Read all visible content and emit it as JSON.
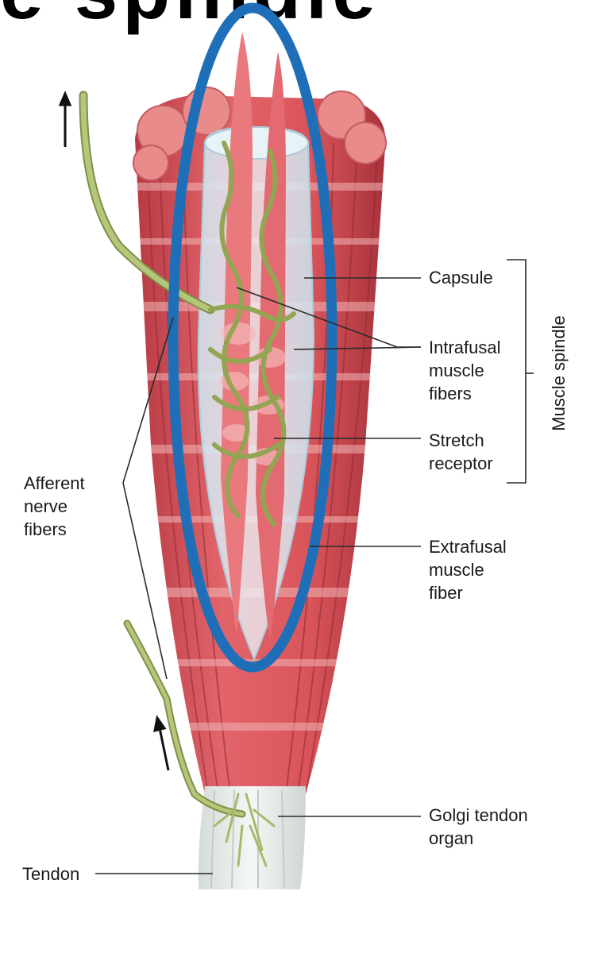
{
  "title_fragment": "e spindle",
  "labels": {
    "capsule": "Capsule",
    "intrafusal": [
      "Intrafusal",
      "muscle",
      "fibers"
    ],
    "stretch": [
      "Stretch",
      "receptor"
    ],
    "extrafusal": [
      "Extrafusal",
      "muscle",
      "fiber"
    ],
    "golgi": [
      "Golgi tendon",
      "organ"
    ],
    "tendon": "Tendon",
    "afferent": [
      "Afferent",
      "nerve",
      "fibers"
    ],
    "muscle_spindle": "Muscle spindle"
  },
  "colors": {
    "muscle": "#d9545a",
    "muscle_light": "#f0a8a8",
    "muscle_dark": "#b73a44",
    "nerve": "#a8b96a",
    "capsule": "#dcebf2",
    "tendon": "#e8ece8",
    "highlight": "#1f6fb8"
  }
}
